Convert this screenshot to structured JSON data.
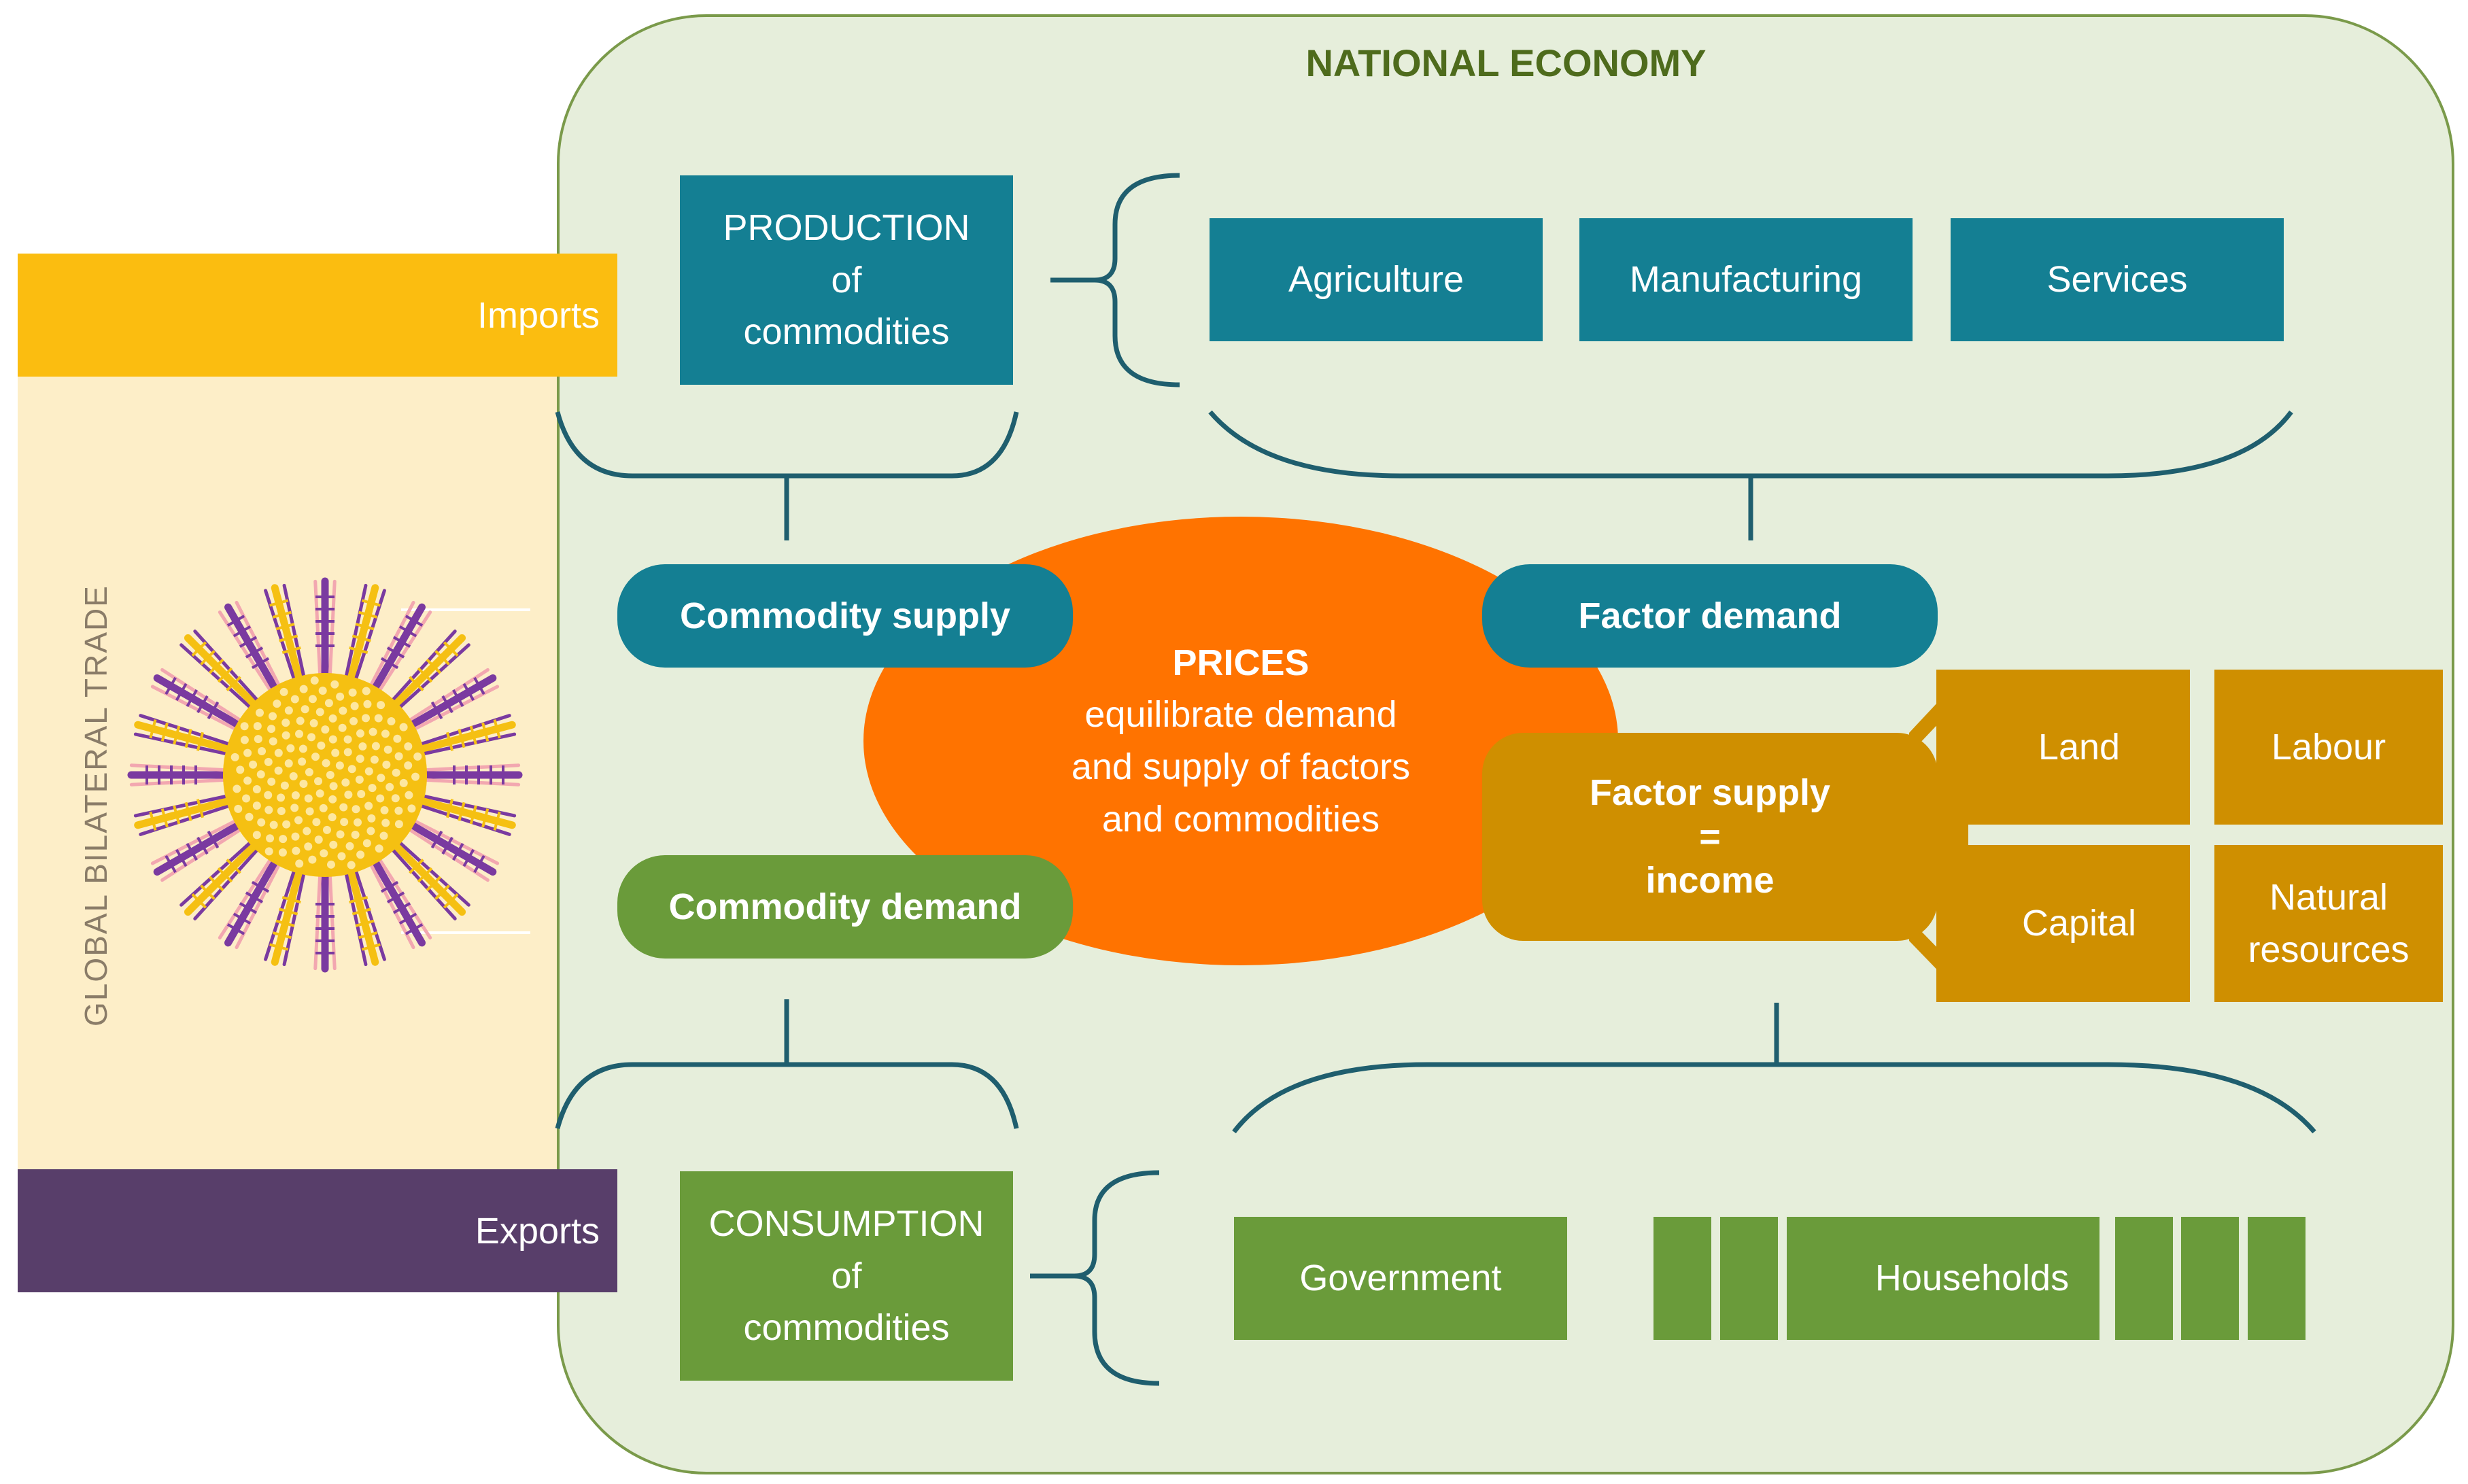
{
  "title": "NATIONAL ECONOMY",
  "global": {
    "label": "GLOBAL BILATERAL TRADE",
    "imports": "Imports",
    "exports": "Exports"
  },
  "production": {
    "title": "PRODUCTION",
    "of": "of",
    "commodities": "commodities",
    "sectors": [
      "Agriculture",
      "Manufacturing",
      "Services"
    ]
  },
  "prices": {
    "title": "PRICES",
    "lines": [
      "equilibrate demand",
      "and supply of factors",
      "and commodities"
    ]
  },
  "commodity_supply": "Commodity supply",
  "factor_demand": "Factor demand",
  "commodity_demand": "Commodity demand",
  "factor_supply": {
    "line1": "Factor supply",
    "line2": "=",
    "line3": "income"
  },
  "factors": {
    "land": "Land",
    "labour": "Labour",
    "capital": "Capital",
    "natural_line1": "Natural",
    "natural_line2": "resources"
  },
  "consumption": {
    "title": "CONSUMPTION",
    "of": "of",
    "commodities": "commodities",
    "government": "Government",
    "households": "Households"
  },
  "colors": {
    "teal": "#147f93",
    "green": "#6a9b3a",
    "gold": "#cf8f00",
    "orange": "#ff7300",
    "imports": "#fbbd10",
    "exports": "#583e6a",
    "panel": "#e6eedb"
  }
}
